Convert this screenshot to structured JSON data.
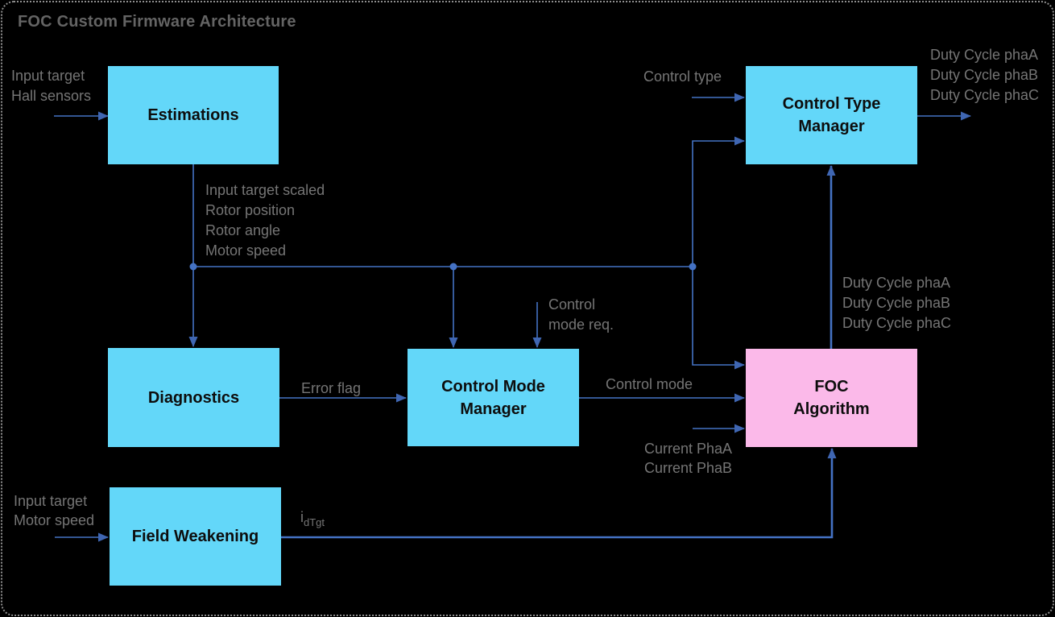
{
  "title": "FOC Custom Firmware Architecture",
  "colors": {
    "background": "#000000",
    "frame_dots": "#8f8f8f",
    "block_cyan": "#63d7f9",
    "block_pink": "#fbb9e9",
    "connector_blue": "#4472c4",
    "arrowhead_blue": "#3f66b2",
    "label_gray": "#757575",
    "title_gray": "#646464",
    "block_text": "#0d0d0d"
  },
  "blocks": {
    "estimations": {
      "label": "Estimations"
    },
    "control_type_manager": {
      "line1": "Control Type",
      "line2": "Manager"
    },
    "diagnostics": {
      "label": "Diagnostics"
    },
    "control_mode_manager": {
      "line1": "Control Mode",
      "line2": "Manager"
    },
    "foc_algorithm": {
      "line1": "FOC",
      "line2": "Algorithm"
    },
    "field_weakening": {
      "label": "Field Weakening"
    }
  },
  "labels": {
    "estimations_inputs": {
      "line1": "Input target",
      "line2": "Hall sensors"
    },
    "control_type_input": "Control type",
    "ctm_outputs": {
      "line1": "Duty Cycle phaA",
      "line2": "Duty Cycle phaB",
      "line3": "Duty Cycle phaC"
    },
    "estimations_outputs": {
      "line1": "Input target scaled",
      "line2": "Rotor position",
      "line3": "Rotor angle",
      "line4": "Motor speed"
    },
    "control_mode_req": {
      "line1": "Control",
      "line2": "mode req."
    },
    "error_flag": "Error flag",
    "control_mode": "Control mode",
    "foc_outputs": {
      "line1": "Duty Cycle phaA",
      "line2": "Duty Cycle phaB",
      "line3": "Duty Cycle phaC"
    },
    "current_inputs": {
      "line1": "Current PhaA",
      "line2": "Current PhaB"
    },
    "field_weakening_inputs": {
      "line1": "Input target",
      "line2": "Motor speed"
    },
    "id_target": {
      "base": "i",
      "sub": "dTgt"
    }
  }
}
